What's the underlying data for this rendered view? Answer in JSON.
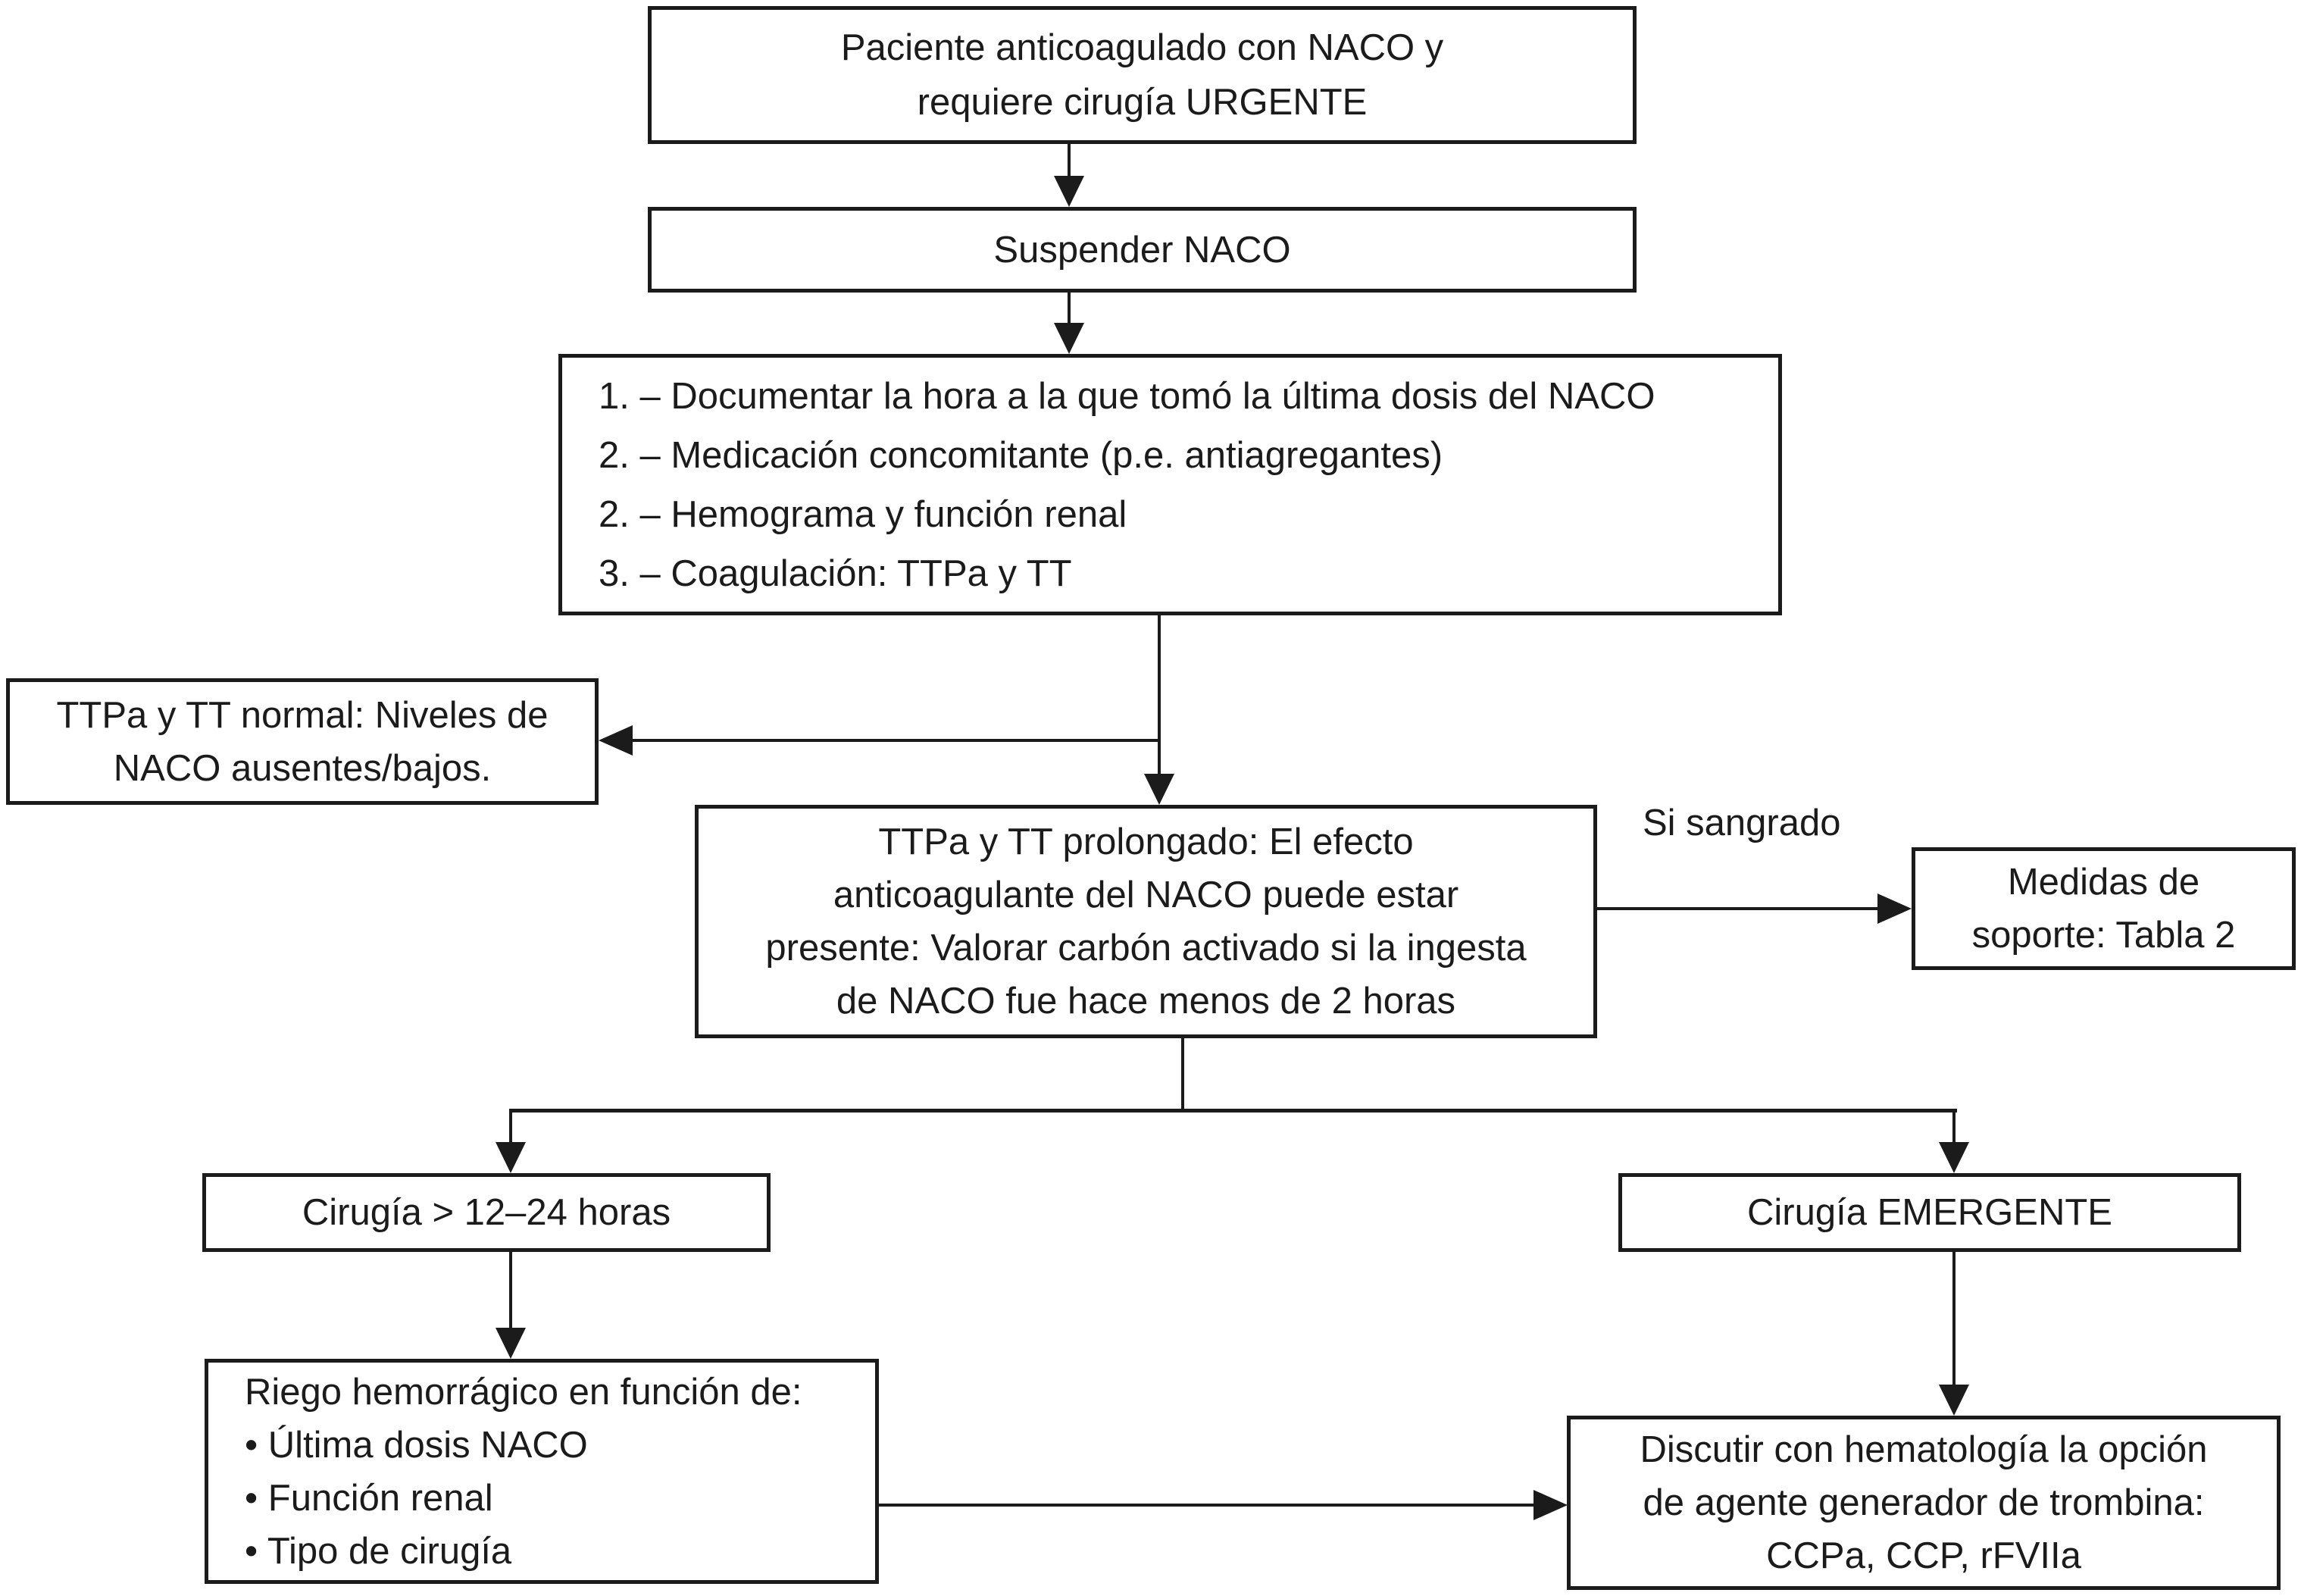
{
  "colors": {
    "ink": "#1b1b1b",
    "background": "#ffffff"
  },
  "flowchart": {
    "nodes": {
      "paciente": {
        "lines": [
          "Paciente anticoagulado con NACO y",
          "requiere cirugía URGENTE"
        ]
      },
      "suspender": {
        "lines": [
          "Suspender NACO"
        ]
      },
      "checklist": {
        "lines": [
          "1. – Documentar la hora a la que tomó la última dosis del NACO",
          "2. – Medicación concomitante (p.e. antiagregantes)",
          "2. – Hemograma y función renal",
          "3. – Coagulación: TTPa y TT"
        ]
      },
      "ttpa_normal": {
        "lines": [
          "TTPa y TT normal: Niveles de",
          "NACO ausentes/bajos."
        ]
      },
      "ttpa_prolongado": {
        "lines": [
          "TTPa y TT prolongado: El efecto",
          "anticoagulante del NACO puede estar",
          "presente: Valorar carbón activado si la ingesta",
          "de NACO fue hace menos de 2 horas"
        ]
      },
      "medidas": {
        "lines": [
          "Medidas de",
          "soporte: Tabla 2"
        ]
      },
      "cirugia_12_24": {
        "lines": [
          "Cirugía > 12–24 horas"
        ]
      },
      "cirugia_emergente": {
        "lines": [
          "Cirugía EMERGENTE"
        ]
      },
      "riesgo": {
        "lines": [
          "Riego hemorrágico en función de:",
          "• Última dosis NACO",
          "• Función renal",
          "• Tipo de cirugía"
        ]
      },
      "discutir": {
        "lines": [
          "Discutir con hematología la opción",
          "de agente generador de trombina:",
          "CCPa, CCP, rFVIIa"
        ]
      }
    },
    "edge_labels": {
      "si_sangrado": "Si sangrado"
    }
  }
}
